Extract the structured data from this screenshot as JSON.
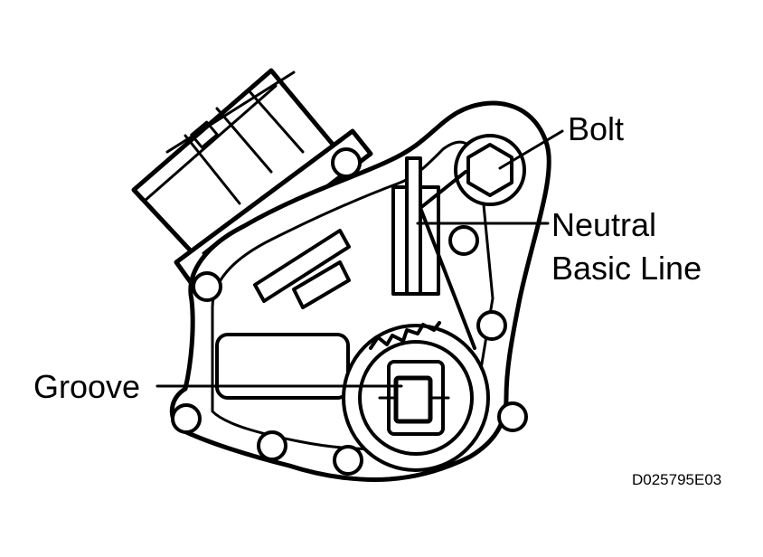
{
  "labels": {
    "bolt": "Bolt",
    "neutral_line_1": "Neutral",
    "neutral_line_2": "Basic Line",
    "groove": "Groove"
  },
  "figure_code": "D025795E03",
  "colors": {
    "ink": "#000000",
    "paper": "#ffffff"
  }
}
